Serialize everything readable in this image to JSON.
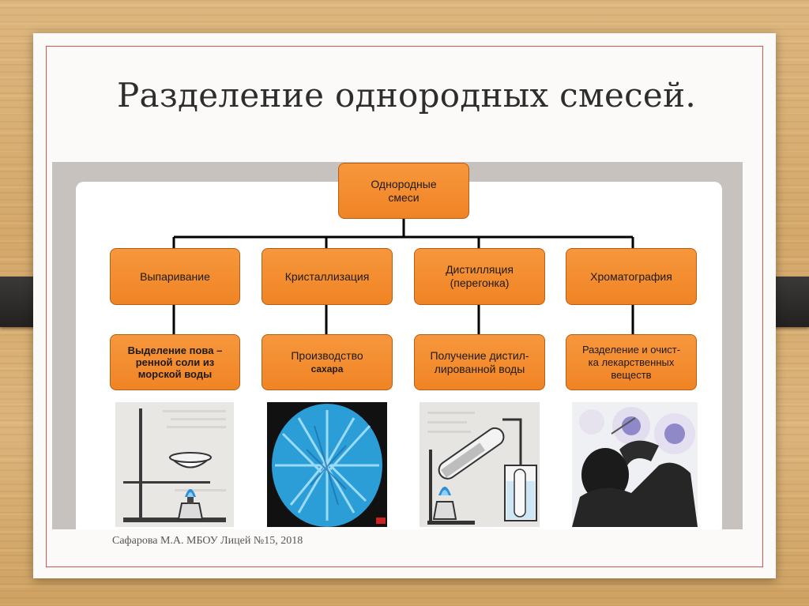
{
  "slide": {
    "title": "Разделение однородных смесей.",
    "footer": "Сафарова М.А. МБОУ Лицей №15, 2018"
  },
  "diagram": {
    "root": "Однородные\nсмеси",
    "methods": [
      {
        "label": "Выпаривание",
        "application": "Выделение пова –\nренной соли из\nморской воды"
      },
      {
        "label": "Кристаллизация",
        "application_line1": "Производство",
        "application_line2": "сахара"
      },
      {
        "label": "Дистилляция\n(перегонка)",
        "application": "Получение дистил-\nлированной воды"
      },
      {
        "label": "Хроматография",
        "application": "Разделение и очист-\nка лекарственных\nвеществ"
      }
    ]
  },
  "colors": {
    "node_fill": "#f28a2e",
    "node_border": "#b65e12",
    "frame_line": "#d3574e"
  },
  "images": [
    {
      "icon": "evaporation-apparatus-icon"
    },
    {
      "icon": "blue-crystals-icon"
    },
    {
      "icon": "distillation-apparatus-icon"
    },
    {
      "icon": "chromatography-scientist-icon"
    }
  ]
}
